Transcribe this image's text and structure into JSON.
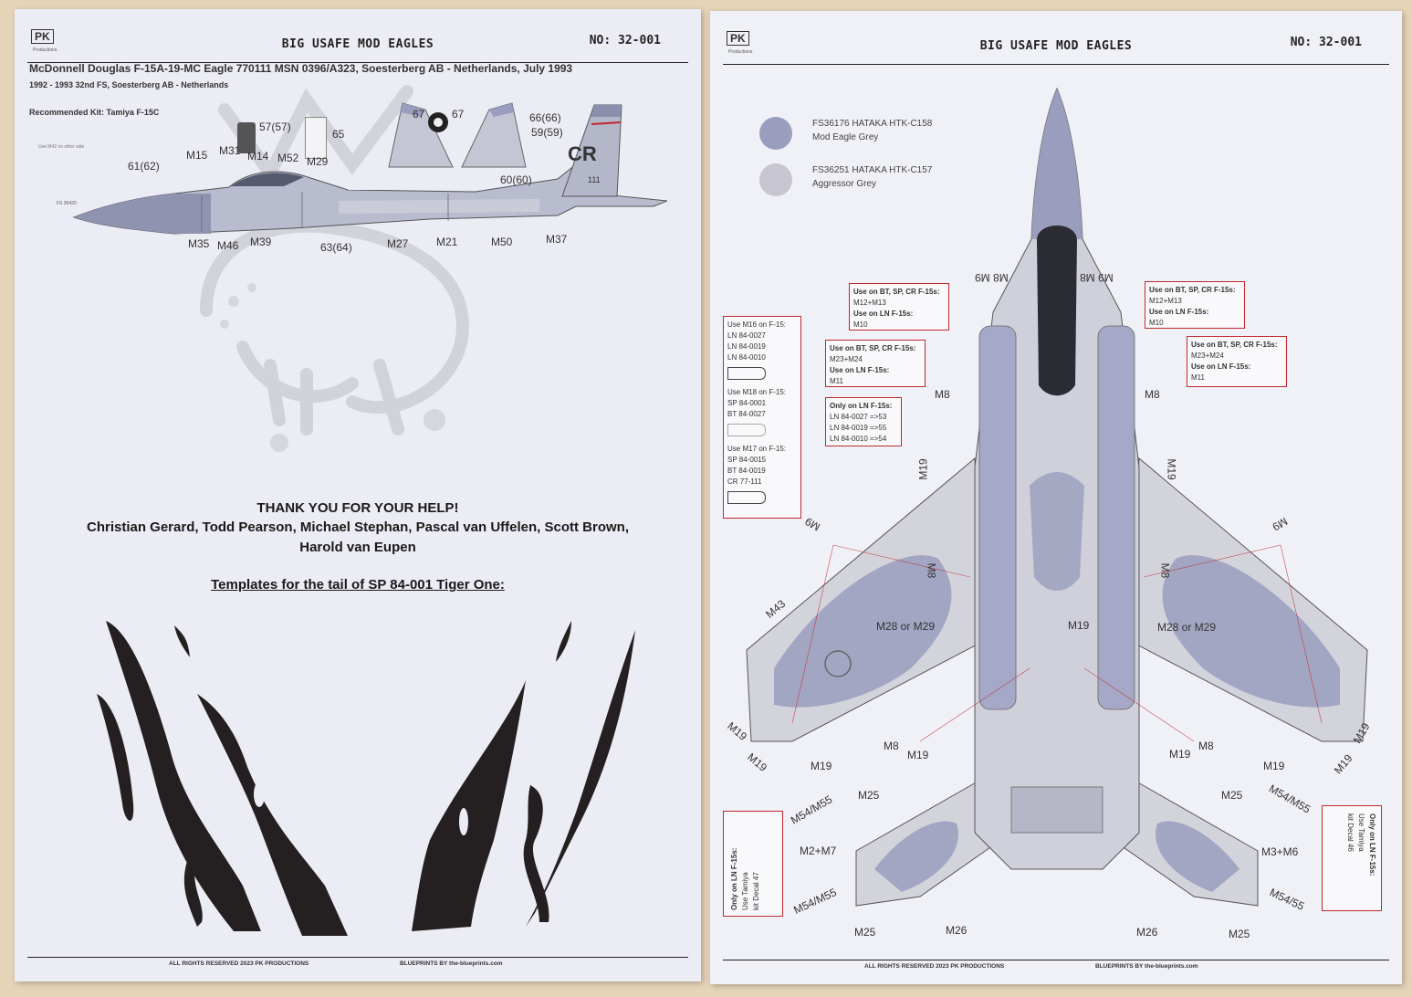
{
  "left_sheet": {
    "logo": "PK",
    "logo_sub": "Productions",
    "title": "BIG USAFE MOD EAGLES",
    "number": "NO: 32-001",
    "caption_main": "McDonnell Douglas F-15A-19-MC Eagle 770111 MSN 0396/A323, Soesterberg AB - Netherlands,  July 1993",
    "caption_sub": "1992 - 1993 32nd FS, Soesterberg AB - Netherlands",
    "recommended_kit": "Recommended Kit: Tamiya F-15C",
    "tail_code": "CR",
    "tail_serial": "111",
    "side_note": "Use M42 on other side",
    "fs_note": "FS 36420",
    "refs": {
      "r57": "57(57)",
      "r65": "65",
      "r67a": "67",
      "r67b": "67",
      "r66": "66(66)",
      "r59": "59(59)",
      "r61": "61(62)",
      "m15": "M15",
      "m31": "M31",
      "m14": "M14",
      "m52": "M52",
      "m29": "M29",
      "r60": "60(60)",
      "m35": "M35",
      "m46": "M46",
      "m39": "M39",
      "r63": "63(64)",
      "m27": "M27",
      "m21": "M21",
      "m50": "M50",
      "m37": "M37"
    },
    "thanks_title": "THANK YOU FOR YOUR HELP!",
    "thanks_names_1": "Christian Gerard, Todd Pearson, Michael Stephan, Pascal van Uffelen, Scott Brown,",
    "thanks_names_2": "Harold van Eupen",
    "templates_title": "Templates for the tail of SP 84-001 Tiger One:",
    "footer_left": "ALL RIGHTS RESERVED 2023 PK PRODUCTIONS",
    "footer_right": "BLUEPRINTS BY  the-blueprints.com"
  },
  "right_sheet": {
    "logo": "PK",
    "logo_sub": "Productions",
    "title": "BIG USAFE MOD EAGLES",
    "number": "NO: 32-001",
    "legend": [
      {
        "code": "FS36176 HATAKA HTK-C158",
        "name": "Mod Eagle Grey",
        "color": "#9a9dbd"
      },
      {
        "code": "FS36251 HATAKA HTK-C157",
        "name": "Aggressor Grey",
        "color": "#c7c5cf"
      }
    ],
    "box_left_top": {
      "l1": "Use on BT, SP, CR F-15s:",
      "l2": "M12+M13",
      "l3": "Use on LN F-15s:",
      "l4": "M10"
    },
    "box_left_mid": {
      "l1": "Use on BT, SP, CR F-15s:",
      "l2": "M23+M24",
      "l3": "Use on LN F-15s:",
      "l4": "M11"
    },
    "box_left_ln": {
      "l1": "Only on LN F-15s:",
      "l2": "LN 84-0027  =>53",
      "l3": "LN 84-0019  =>55",
      "l4": "LN 84-0010  =>54"
    },
    "box_right_top": {
      "l1": "Use on BT, SP, CR F-15s:",
      "l2": "M12+M13",
      "l3": "Use on LN F-15s:",
      "l4": "M10"
    },
    "box_right_mid": {
      "l1": "Use on BT, SP, CR F-15s:",
      "l2": "M23+M24",
      "l3": "Use on LN F-15s:",
      "l4": "M11"
    },
    "box_side": {
      "m16": "Use M16 on F-15:",
      "m16a": "LN 84-0027",
      "m16b": "LN 84-0019",
      "m16c": "LN 84-0010",
      "m18": "Use M18 on F-15:",
      "m18a": "SP 84-0001",
      "m18b": "BT 84-0027",
      "m17": "Use M17 on F-15:",
      "m17a": "SP 84-0015",
      "m17b": "BT 84-0019",
      "m17c": "CR 77-111"
    },
    "box_bottom_left": {
      "l1": "Only on LN F-15s:",
      "l2": "Use Tamiya",
      "l3": "kit Decal 47"
    },
    "box_bottom_right": {
      "l1": "Only on LN F-15s:",
      "l2": "Use Tamiya",
      "l3": "kit Decal 46"
    },
    "labels": {
      "m9m8_left": "M8 M9",
      "m9m8_right": "M9 M8",
      "m8_l": "M8",
      "m8_r": "M8",
      "m19_l": "M19",
      "m19_r": "M19",
      "m9_l": "M9",
      "m9_r": "M9",
      "m43": "M43",
      "m8w_l": "M8",
      "m8w_r": "M8",
      "m28_l": "M28 or M29",
      "m28_r": "M28 or M29",
      "m19_c": "M19",
      "m19_a": "M19",
      "m19_b": "M19",
      "m19_c2": "M19",
      "m8b_l": "M8",
      "m19_d": "M19",
      "m19_e": "M19",
      "m8b_r": "M8",
      "m19_f": "M19",
      "m19_g": "M19",
      "m19_h": "M19",
      "m25_l": "M25",
      "m25_r": "M25",
      "m54_l": "M54/M55",
      "m54_r": "M54/M55",
      "m2m7": "M2+M7",
      "m3m6": "M3+M6",
      "m54b_l": "M54/M55",
      "m54b_r": "M54/55",
      "m25b_l": "M25",
      "m26_l": "M26",
      "m26_r": "M26",
      "m25b_r": "M25"
    },
    "footer_left": "ALL RIGHTS RESERVED 2023 PK PRODUCTIONS",
    "footer_right": "BLUEPRINTS BY  the-blueprints.com"
  }
}
